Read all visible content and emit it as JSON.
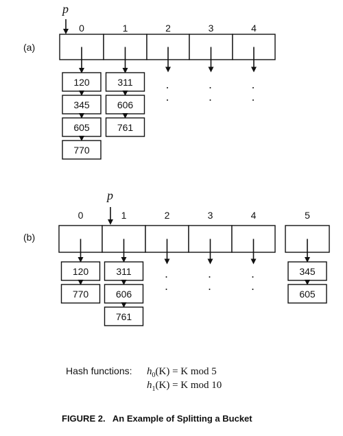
{
  "parts": [
    {
      "label": "(a)",
      "pointer": "p",
      "pointer_at": 0,
      "buckets": [
        {
          "index": "0",
          "chain": [
            "120",
            "345",
            "605",
            "770"
          ]
        },
        {
          "index": "1",
          "chain": [
            "311",
            "606",
            "761"
          ]
        },
        {
          "index": "2",
          "chain": []
        },
        {
          "index": "3",
          "chain": []
        },
        {
          "index": "4",
          "chain": []
        }
      ]
    },
    {
      "label": "(b)",
      "pointer": "p",
      "pointer_at": 1,
      "buckets": [
        {
          "index": "0",
          "chain": [
            "120",
            "770"
          ]
        },
        {
          "index": "1",
          "chain": [
            "311",
            "606",
            "761"
          ]
        },
        {
          "index": "2",
          "chain": []
        },
        {
          "index": "3",
          "chain": []
        },
        {
          "index": "4",
          "chain": []
        },
        {
          "index": "5",
          "chain": [
            "345",
            "605"
          ]
        }
      ]
    }
  ],
  "hash_functions": {
    "label": "Hash functions:",
    "h0": {
      "name": "h",
      "sub": "0",
      "rhs": "(K) = K mod 5"
    },
    "h1": {
      "name": "h",
      "sub": "1",
      "rhs": "(K) = K mod 10"
    }
  },
  "caption": "FIGURE 2.   An Example of Splitting a Bucket",
  "colors": {
    "ink": "#111111",
    "background": "#ffffff"
  }
}
